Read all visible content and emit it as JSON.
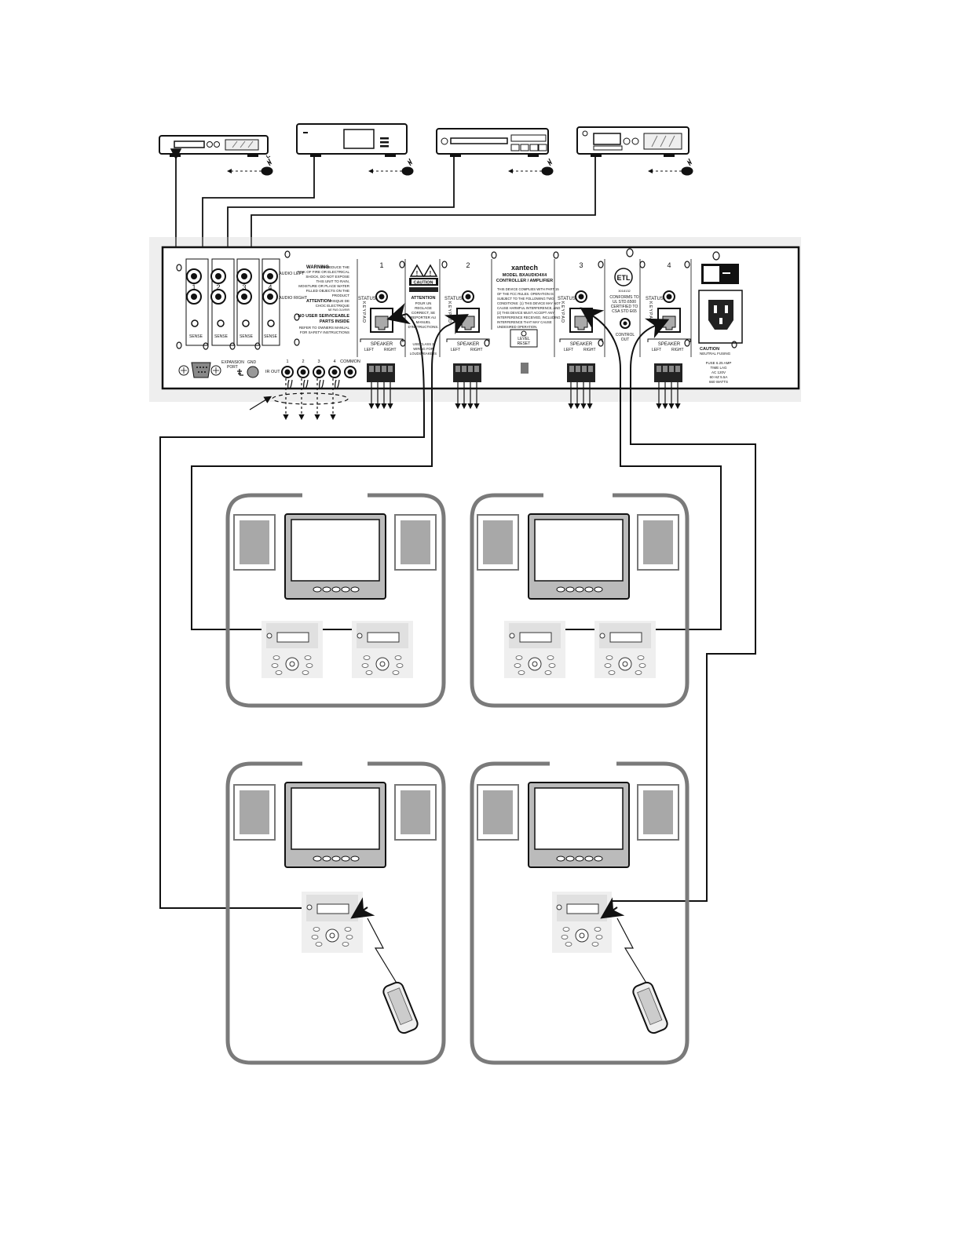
{
  "amplifier": {
    "brand": "xantech",
    "model": "MODEL BXAUDIO4X4",
    "subtitle": "CONTROLLER / AMPLIFIER",
    "compliance": [
      "THIS DEVICE COMPLIES WITH PART 15",
      "OF THE FCC RULES. OPERATION IS",
      "SUBJECT TO THE FOLLOWING TWO",
      "CONDITIONS: (1) THIS DEVICE MAY NOT",
      "CAUSE HARMFUL INTERFERENCE, AND",
      "(2) THIS DEVICE MUST ACCEPT ANY",
      "INTERFERENCE RECEIVED, INCLUDING",
      "INTERFERENCE THAT MAY CAUSE",
      "UNDESIRED OPERATION."
    ],
    "level_reset": [
      "LEVEL",
      "RESET"
    ],
    "audio_left": "AUDIO LEFT",
    "audio_right": "AUDIO RIGHT",
    "source_numbers": [
      "1",
      "2",
      "3",
      "4"
    ],
    "sense": "SENSE",
    "warning_title": "WARNING",
    "warning_lines": [
      "TO REDUCE THE",
      "RISK OF FIRE OR ELECTRICAL",
      "SHOCK, DO NOT EXPOSE",
      "THIS UNIT TO RAIN,",
      "MOISTURE OR PLACE WATER",
      "FILLED OBJECTS ON THE",
      "PRODUCT"
    ],
    "attention_title": "ATTENTION",
    "attention_lines": [
      "RISQUE DE",
      "CHOC ELECTRIQUE",
      "NE PAS OUVRIR"
    ],
    "no_user": [
      "NO USER SERVICEABLE",
      "PARTS INSIDE"
    ],
    "refer": [
      "REFER TO OWNERS MANUAL",
      "FOR SAFETY INSTRUCTIONS"
    ],
    "caution": "CAUTION",
    "attention2": "ATTENTION",
    "attention2_lines": [
      "POUR UN",
      "REGLAGE",
      "CORRECT, SE",
      "REPORTER AU",
      "MANUEL",
      "D'INSTRUCTIONS."
    ],
    "class2": [
      "USE CLASS 2",
      "WIRING FOR",
      "LOUDSPEAKERS"
    ],
    "etl": [
      "CONFORMS TO",
      "UL STD.6500",
      "CERTIFIED TO",
      "CSA STD E65"
    ],
    "control_out": [
      "CONTROL",
      "OUT"
    ],
    "caution_fuse": "CAUTION",
    "neutral_fusing": "NEUTRAL FUSING",
    "fuse_lines": [
      "FUSE 6.25 AMP",
      "TIME LAG",
      "AC 120V",
      "60 HZ 5.5A",
      "660 WATTS"
    ],
    "expansion": [
      "EXPANSION",
      "PORT"
    ],
    "gnd": "GND",
    "ir_out": "IR OUT",
    "common": "COMMON",
    "zones": [
      {
        "num": "1",
        "status": "STATUS",
        "keypad": "KEYPAD",
        "speaker": "SPEAKER",
        "left": "LEFT",
        "right": "RIGHT"
      },
      {
        "num": "2",
        "status": "STATUS",
        "keypad": "KEYPAD",
        "speaker": "SPEAKER",
        "left": "LEFT",
        "right": "RIGHT"
      },
      {
        "num": "3",
        "status": "STATUS",
        "keypad": "KEYPAD",
        "speaker": "SPEAKER",
        "left": "LEFT",
        "right": "RIGHT"
      },
      {
        "num": "4",
        "status": "STATUS",
        "keypad": "KEYPAD",
        "speaker": "SPEAKER",
        "left": "LEFT",
        "right": "RIGHT"
      }
    ]
  },
  "colors": {
    "line": "#111111",
    "panel": "#ffffff",
    "grey": "#9a9a9a",
    "light": "#e6e6e6",
    "speaker": "#a8a8a8"
  }
}
